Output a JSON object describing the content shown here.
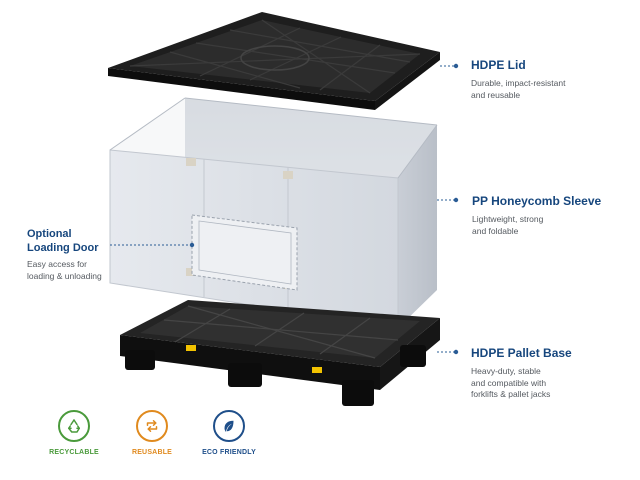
{
  "callouts": {
    "lid": {
      "title": "HDPE Lid",
      "description": "Durable, impact-resistant\nand reusable"
    },
    "sleeve": {
      "title": "PP Honeycomb Sleeve",
      "description": "Lightweight, strong\nand foldable"
    },
    "door": {
      "title": "Optional\nLoading Door",
      "description": "Easy access for\nloading & unloading"
    },
    "base": {
      "title": "HDPE Pallet Base",
      "description": "Heavy-duty, stable\nand compatible with\nforklifts & pallet jacks"
    }
  },
  "badges": [
    {
      "label": "RECYCLABLE",
      "icon": "recycle-icon",
      "color": "#4a9a3b"
    },
    {
      "label": "REUSABLE",
      "icon": "reuse-arrows-icon",
      "color": "#e08a1e"
    },
    {
      "label": "ECO FRIENDLY",
      "icon": "leaf-icon",
      "color": "#1f4f8a"
    }
  ],
  "colors": {
    "accent": "#16467d",
    "leader": "#2a5c95",
    "plastic": "#1a1a1a",
    "sleeve": "#dde2e8"
  }
}
